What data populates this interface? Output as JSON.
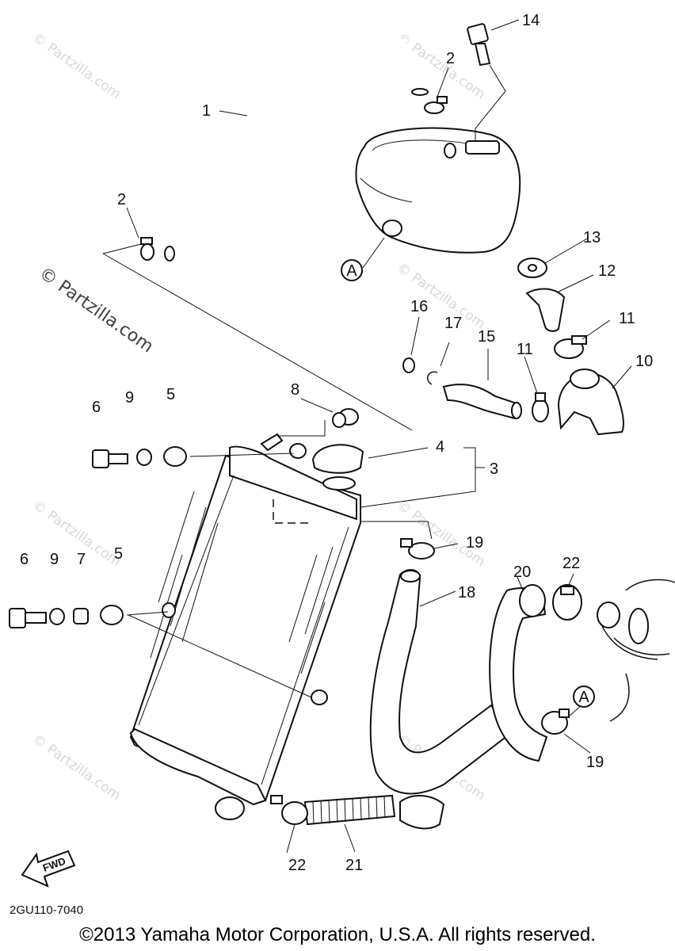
{
  "watermarks": {
    "small": "© Partzilla.com",
    "large": "© Partzilla.com"
  },
  "callouts": {
    "c1": "1",
    "c2a": "2",
    "c2b": "2",
    "c3": "3",
    "c4": "4",
    "c5a": "5",
    "c5b": "5",
    "c6a": "6",
    "c6b": "6",
    "c7": "7",
    "c8": "8",
    "c9a": "9",
    "c9b": "9",
    "c10": "10",
    "c11a": "11",
    "c11b": "11",
    "c12": "12",
    "c13": "13",
    "c14": "14",
    "c15": "15",
    "c16": "16",
    "c17": "17",
    "c18": "18",
    "c19a": "19",
    "c19b": "19",
    "c20": "20",
    "c21": "21",
    "c22a": "22",
    "c22b": "22"
  },
  "ref_markers": {
    "a_top": "A",
    "a_right": "A"
  },
  "fwd_label": "FWD",
  "diagram_code": "2GU110-7040",
  "copyright": "©2013 Yamaha Motor Corporation, U.S.A. All rights reserved."
}
